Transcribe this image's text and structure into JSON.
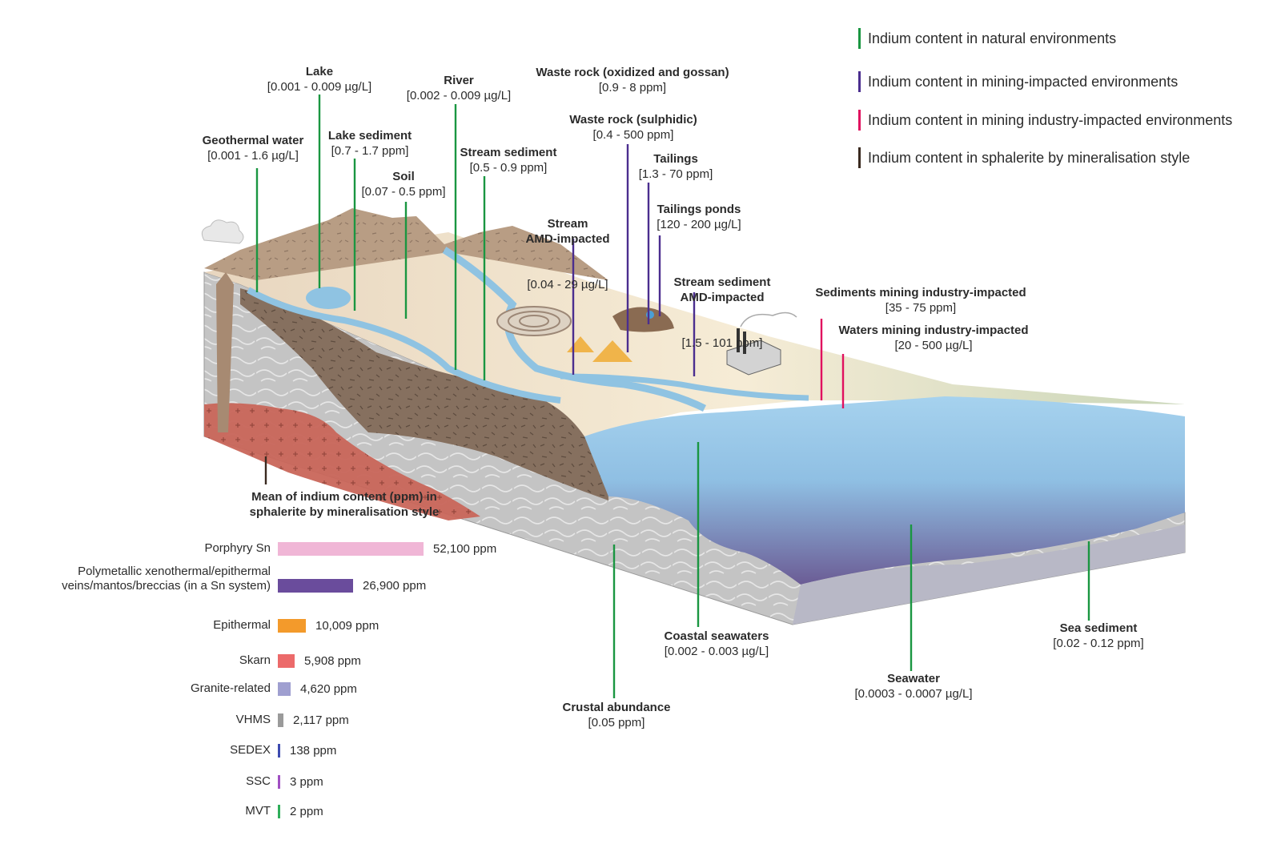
{
  "legend": [
    {
      "label": "Indium content in natural environments",
      "color": "#1a9641"
    },
    {
      "label": "Indium content in mining-impacted environments",
      "color": "#4b2e8f"
    },
    {
      "label": "Indium content in mining industry-impacted environments",
      "color": "#e0115f"
    },
    {
      "label": "Indium content in sphalerite by mineralisation style",
      "color": "#3a2a20"
    }
  ],
  "labels": {
    "lake": {
      "title": "Lake",
      "value": "[0.001 - 0.009 µg/L]"
    },
    "river": {
      "title": "River",
      "value": "[0.002 - 0.009 µg/L]"
    },
    "waste_rock_oxidized": {
      "title": "Waste rock (oxidized and gossan)",
      "value": "[0.9 - 8 ppm]"
    },
    "geothermal_water": {
      "title": "Geothermal water",
      "value": "[0.001 - 1.6 µg/L]"
    },
    "lake_sediment": {
      "title": "Lake sediment",
      "value": "[0.7 - 1.7 ppm]"
    },
    "waste_rock_sulphidic": {
      "title": "Waste rock (sulphidic)",
      "value": "[0.4 - 500 ppm]"
    },
    "stream_sediment": {
      "title": "Stream sediment",
      "value": "[0.5 - 0.9 ppm]"
    },
    "tailings": {
      "title": "Tailings",
      "value": "[1.3 - 70 ppm]"
    },
    "soil": {
      "title": "Soil",
      "value": "[0.07 - 0.5 ppm]"
    },
    "stream_amd": {
      "title": "Stream\nAMD-impacted",
      "value": "[0.04 - 29 µg/L]"
    },
    "tailings_ponds": {
      "title": "Tailings ponds",
      "value": "[120 - 200 µg/L]"
    },
    "stream_sediment_amd": {
      "title": "Stream sediment\nAMD-impacted",
      "value": "[1.5 - 101 ppm]"
    },
    "sediments_industry": {
      "title": "Sediments mining industry-impacted",
      "value": "[35 - 75 ppm]"
    },
    "waters_industry": {
      "title": "Waters mining industry-impacted",
      "value": "[20 - 500 µg/L]"
    },
    "coastal_seawaters": {
      "title": "Coastal seawaters",
      "value": "[0.002 - 0.003 µg/L]"
    },
    "sea_sediment": {
      "title": "Sea sediment",
      "value": "[0.02 - 0.12 ppm]"
    },
    "seawater": {
      "title": "Seawater",
      "value": "[0.0003 - 0.0007 µg/L]"
    },
    "crustal_abundance": {
      "title": "Crustal abundance",
      "value": "[0.05 ppm]"
    }
  },
  "sphalerite": {
    "title": "Mean of indium content (ppm) in\nsphalerite by mineralisation style",
    "unit": "ppm",
    "scale_max": 52100,
    "items": [
      {
        "name": "Porphyry Sn",
        "value": 52100,
        "label": "52,100 ppm",
        "color": "#f0b6d6"
      },
      {
        "name": "Polymetallic xenothermal/epithermal\nveins/mantos/breccias (in a Sn system)",
        "value": 26900,
        "label": "26,900 ppm",
        "color": "#6a4c9c"
      },
      {
        "name": "Epithermal",
        "value": 10009,
        "label": "10,009 ppm",
        "color": "#f39a2b"
      },
      {
        "name": "Skarn",
        "value": 5908,
        "label": "5,908 ppm",
        "color": "#ec6a6a"
      },
      {
        "name": "Granite-related",
        "value": 4620,
        "label": "4,620 ppm",
        "color": "#9f9fd0"
      },
      {
        "name": "VHMS",
        "value": 2117,
        "label": "2,117 ppm",
        "color": "#9a9a9a"
      },
      {
        "name": "SEDEX",
        "value": 138,
        "label": "138 ppm",
        "color": "#3d4bb0"
      },
      {
        "name": "SSC",
        "value": 3,
        "label": "3 ppm",
        "color": "#a04fc2"
      },
      {
        "name": "MVT",
        "value": 2,
        "label": "2 ppm",
        "color": "#2fae5a"
      }
    ]
  }
}
